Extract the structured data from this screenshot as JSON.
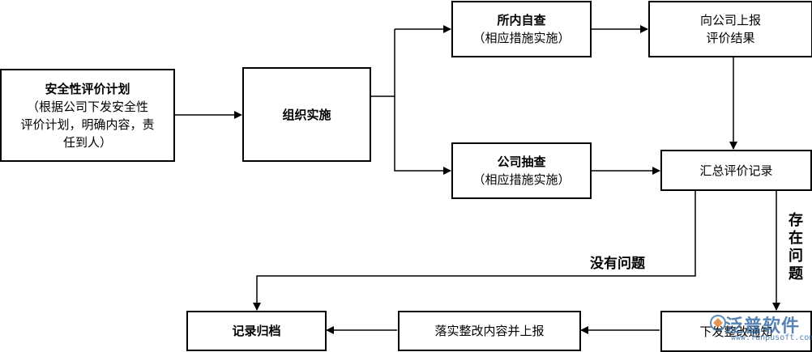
{
  "nodes": {
    "plan": {
      "title": "安全性评价计划",
      "lines": [
        "（根据公司下发安全性",
        "评价计划，明确内容，责",
        "任到人）"
      ]
    },
    "organize": {
      "title": "组织实施"
    },
    "self_check": {
      "title": "所内自查",
      "sub": "（相应措施实施）"
    },
    "company_check": {
      "title": "公司抽查",
      "sub": "（相应措施实施）"
    },
    "report_up": {
      "lines": [
        "向公司上报",
        "评价结果"
      ]
    },
    "summary": {
      "label": "汇总评价记录"
    },
    "notice": {
      "label": "下发整改通知"
    },
    "implement": {
      "label": "落实整改内容并上报"
    },
    "archive": {
      "title": "记录归档"
    }
  },
  "edge_labels": {
    "no_problem": "没有问题",
    "has_problem": "存在问题"
  },
  "watermark": {
    "text": "泛普软件",
    "url": "www.fanpusoft.com"
  }
}
